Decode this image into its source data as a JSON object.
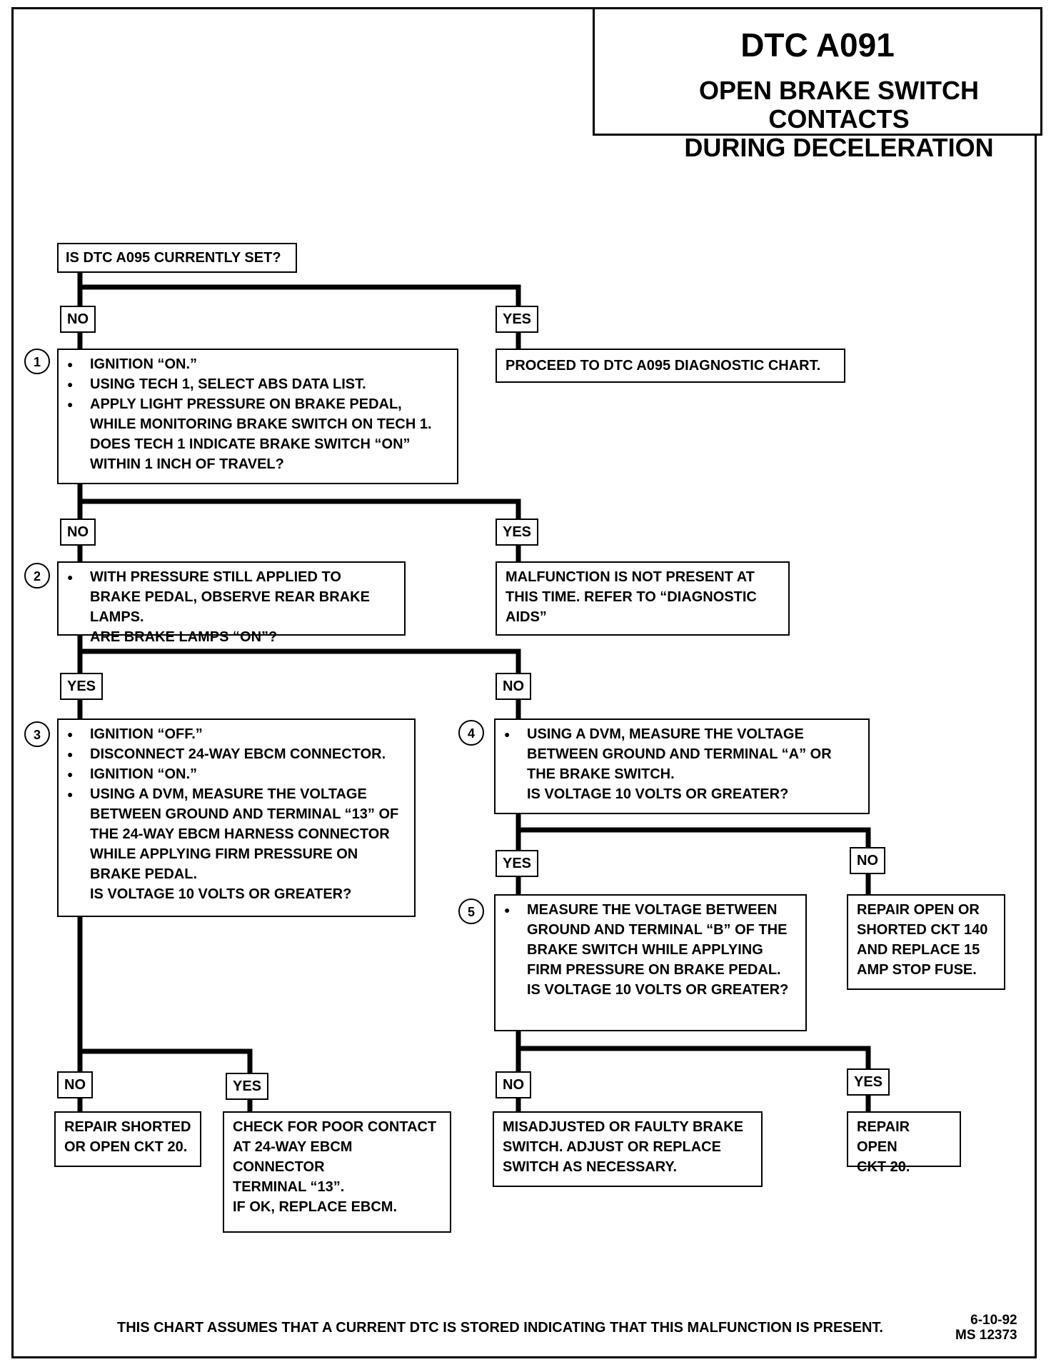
{
  "header": {
    "code": "DTC A091",
    "title": "OPEN BRAKE SWITCH CONTACTS\nDURING DECELERATION"
  },
  "start": {
    "question": "IS DTC A095 CURRENTLY SET?"
  },
  "labels": {
    "yes": "YES",
    "no": "NO"
  },
  "steps": {
    "s1": {
      "number": "1",
      "bullets": [
        "IGNITION “ON.”",
        "USING TECH 1, SELECT ABS DATA LIST.",
        "APPLY LIGHT PRESSURE ON BRAKE PEDAL, WHILE MONITORING BRAKE SWITCH ON TECH 1."
      ],
      "question": "DOES TECH 1 INDICATE BRAKE SWITCH “ON” WITHIN 1 INCH OF TRAVEL?"
    },
    "s2": {
      "number": "2",
      "bullets": [
        "WITH PRESSURE STILL APPLIED TO BRAKE PEDAL, OBSERVE REAR BRAKE LAMPS."
      ],
      "question": "ARE BRAKE LAMPS “ON”?"
    },
    "s3": {
      "number": "3",
      "bullets": [
        "IGNITION “OFF.”",
        "DISCONNECT 24-WAY EBCM CONNECTOR.",
        "IGNITION “ON.”",
        "USING A DVM, MEASURE THE VOLTAGE BETWEEN GROUND AND TERMINAL “13” OF THE 24-WAY EBCM HARNESS CONNECTOR WHILE APPLYING FIRM PRESSURE ON BRAKE PEDAL."
      ],
      "question": "IS VOLTAGE 10 VOLTS OR GREATER?"
    },
    "s4": {
      "number": "4",
      "bullets": [
        "USING A DVM, MEASURE THE VOLTAGE BETWEEN GROUND AND TERMINAL “A” OR THE BRAKE SWITCH."
      ],
      "question": "IS VOLTAGE 10 VOLTS OR GREATER?"
    },
    "s5": {
      "number": "5",
      "bullets": [
        "MEASURE THE VOLTAGE BETWEEN GROUND AND TERMINAL “B” OF THE BRAKE SWITCH WHILE APPLYING FIRM PRESSURE ON BRAKE PEDAL."
      ],
      "question": "IS VOLTAGE 10 VOLTS OR GREATER?"
    }
  },
  "results": {
    "proceed_a095": "PROCEED TO DTC A095 DIAGNOSTIC CHART.",
    "not_present": "MALFUNCTION IS NOT PRESENT AT\nTHIS TIME.  REFER TO “DIAGNOSTIC\nAIDS”",
    "repair_ckt140": "REPAIR OPEN OR\nSHORTED CKT 140\nAND REPLACE 15\nAMP STOP FUSE.",
    "repair_short_ckt20": "REPAIR SHORTED\nOR OPEN CKT 20.",
    "check_contact": "CHECK FOR POOR CONTACT\nAT 24-WAY EBCM\nCONNECTOR\nTERMINAL “13”.\nIF OK, REPLACE EBCM.",
    "misadjusted": "MISADJUSTED OR FAULTY BRAKE\nSWITCH.  ADJUST OR REPLACE\nSWITCH AS NECESSARY.",
    "repair_open_ckt20": "REPAIR OPEN\nCKT 20."
  },
  "footer": {
    "note": "THIS CHART ASSUMES THAT A CURRENT DTC IS STORED INDICATING THAT THIS MALFUNCTION IS PRESENT.",
    "date": "6-10-92",
    "ref": "MS 12373"
  }
}
